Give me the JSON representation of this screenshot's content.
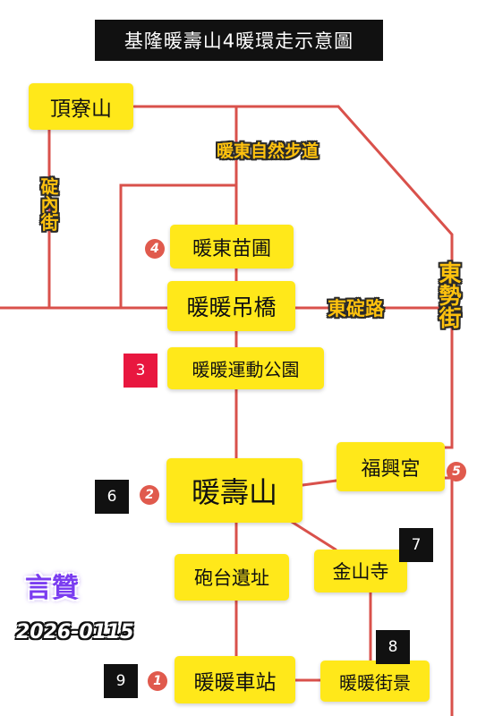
{
  "title": "基隆暖壽山4暖環走示意圖",
  "colors": {
    "route": "#d9514b",
    "node": "#ffe81a",
    "road_label": "#ffc20e",
    "badge": "#e05a4d",
    "author": "#7a3cf0"
  },
  "places": {
    "dingliaoshan": "頂寮山",
    "nuandong_nursery": "暖東苗圃",
    "nuannuan_bridge": "暖暖吊橋",
    "nuannuan_park": "暖暖運動公園",
    "fuxing_temple": "福興宮",
    "nuanshoushan": "暖壽山",
    "fort_ruins": "砲台遺址",
    "jinshan_temple": "金山寺",
    "nuannuan_station": "暖暖車站",
    "nuannuan_street": "暖暖街景"
  },
  "roads": {
    "nuandong_trail": "暖東自然步道",
    "dingnei_street": "碇內街",
    "dongding_road": "東碇路",
    "dongshi_street": "東勢街"
  },
  "badges": {
    "b1": "1",
    "b2": "2",
    "b4": "4",
    "b5": "5"
  },
  "markers": {
    "m3": "3",
    "m6": "6",
    "m7": "7",
    "m8": "8",
    "m9": "9"
  },
  "author": "言贊",
  "date": "2026-0115"
}
